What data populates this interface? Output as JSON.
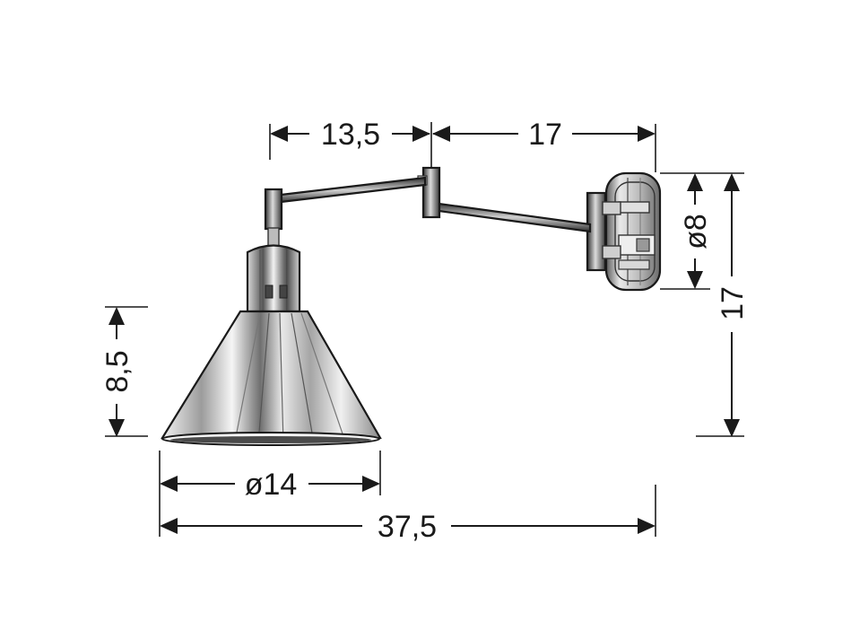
{
  "dimensions": {
    "top_left_width": "13,5",
    "top_right_width": "17",
    "plate_diameter": "ø8",
    "right_height": "17",
    "shade_height": "8,5",
    "shade_diameter": "ø14",
    "total_width": "37,5"
  },
  "colors": {
    "line": "#1a1a1a",
    "metal_light": "#e6e6e6",
    "metal_mid": "#9a9a9a",
    "metal_dark": "#3a3a3a"
  }
}
